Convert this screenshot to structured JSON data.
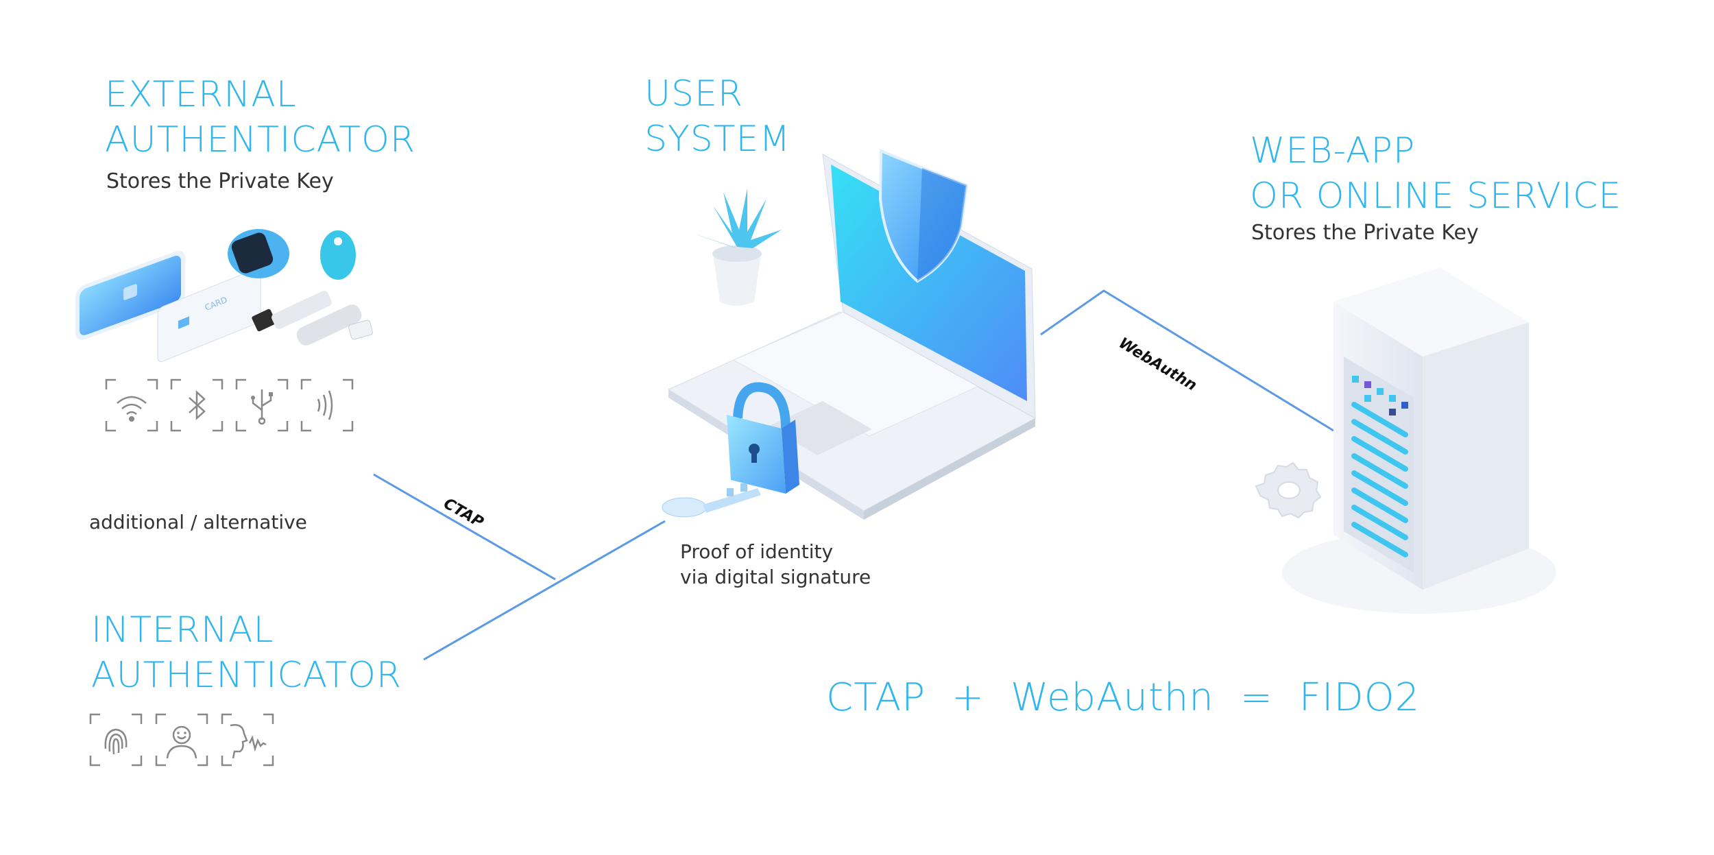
{
  "external": {
    "title_line1": "EXTERNAL",
    "title_line2": "AUTHENTICATOR",
    "subtitle": "Stores the Private Key",
    "device_card_label": "CARD",
    "transport_icons": [
      "wifi-icon",
      "bluetooth-icon",
      "usb-icon",
      "nfc-icon"
    ]
  },
  "alternative_note": "additional / alternative",
  "internal": {
    "title_line1": "INTERNAL",
    "title_line2": "AUTHENTICATOR",
    "biometric_icons": [
      "fingerprint-icon",
      "face-icon",
      "voice-icon"
    ]
  },
  "user_system": {
    "title_line1": "USER",
    "title_line2": "SYSTEM"
  },
  "proof": {
    "line1": "Proof of identity",
    "line2": "via digital signature"
  },
  "webapp": {
    "title_line1": "WEB-APP",
    "title_line2": "OR ONLINE SERVICE",
    "subtitle": "Stores the Private Key"
  },
  "protocols": {
    "ctap": "CTAP",
    "webauthn": "WebAuthn"
  },
  "equation": {
    "term1": "CTAP",
    "plus": "+",
    "term2": "WebAuthn",
    "equals": "=",
    "result": "FIDO2"
  },
  "colors": {
    "accent": "#2fb6ee",
    "line": "#5a9ae6",
    "text": "#333333"
  }
}
